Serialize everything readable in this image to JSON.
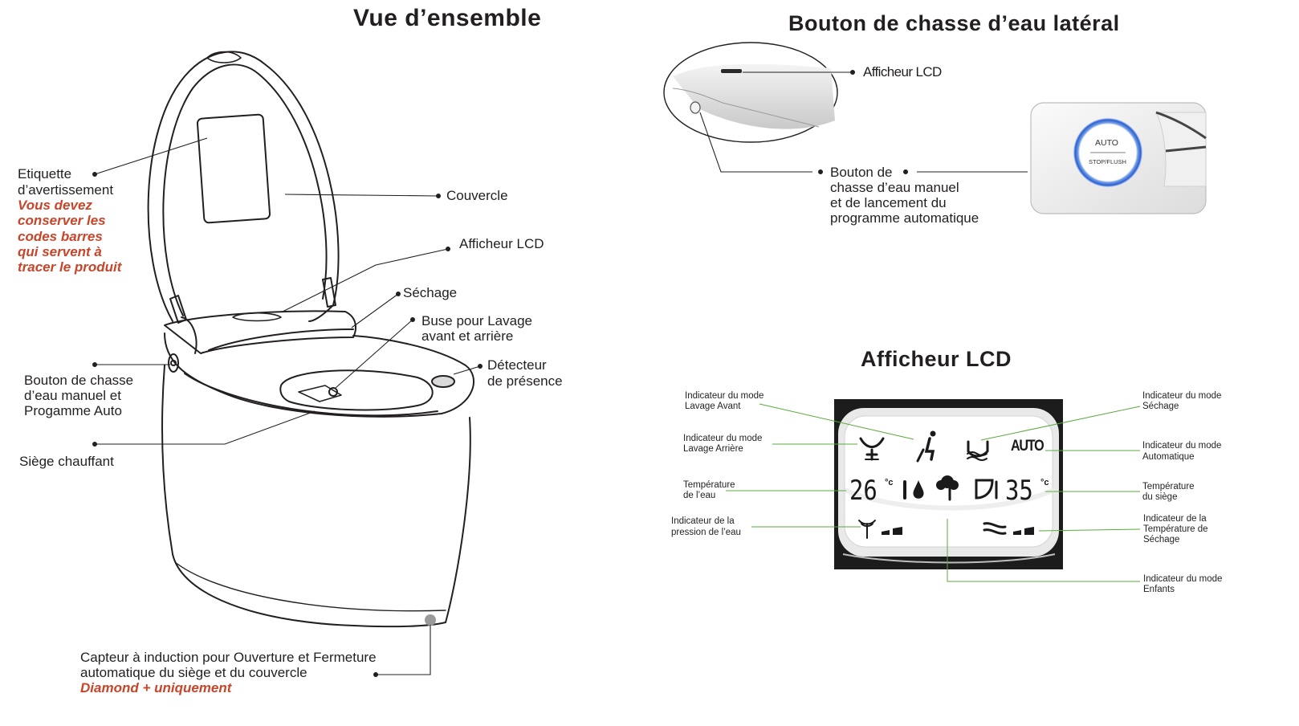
{
  "overview": {
    "title": "Vue d’ensemble",
    "labels": {
      "warning_label_1": "Etiquette",
      "warning_label_2": "d’avertissement",
      "warning_note_1": "Vous devez",
      "warning_note_2": "conserver les",
      "warning_note_3": "codes barres",
      "warning_note_4": "qui servent à",
      "warning_note_5": "tracer le produit",
      "cover": "Couvercle",
      "lcd_display": "Afficheur LCD",
      "drying": "Séchage",
      "nozzle_1": "Buse pour Lavage",
      "nozzle_2": "avant et arrière",
      "presence_1": "Détecteur",
      "presence_2": "de présence",
      "flush_button_1": "Bouton de chasse",
      "flush_button_2": "d’eau manuel et",
      "flush_button_3": "Progamme Auto",
      "heated_seat": "Siège chauffant",
      "induction_1": "Capteur à induction pour Ouverture et Fermeture",
      "induction_2": "automatique du siège et du couvercle",
      "induction_note": "Diamond + uniquement"
    }
  },
  "side_flush": {
    "title": "Bouton de chasse d’eau latéral",
    "lcd_label": "Afficheur LCD",
    "button_1": "Bouton de",
    "button_2": "chasse d’eau manuel",
    "button_3": "et de lancement du",
    "button_4": "programme automatique",
    "button_auto": "AUTO",
    "button_stop": "STOP/FLUSH"
  },
  "lcd": {
    "title": "Afficheur LCD",
    "labels": {
      "front_wash_1": "Indicateur du mode",
      "front_wash_2": "Lavage Avant",
      "rear_wash_1": "Indicateur du mode",
      "rear_wash_2": "Lavage Arrière",
      "water_temp_1": "Température",
      "water_temp_2": "de l’eau",
      "pressure_1": "Indicateur de la",
      "pressure_2": "pression de l’eau",
      "drying_1": "Indicateur du mode",
      "drying_2": "Séchage",
      "auto_1": "Indicateur du mode",
      "auto_2": "Automatique",
      "seat_temp_1": "Température",
      "seat_temp_2": "du siège",
      "dry_temp_1": "Indicateur de la",
      "dry_temp_2": "Température de",
      "dry_temp_3": "Séchage",
      "kids_1": "Indicateur du mode",
      "kids_2": "Enfants"
    },
    "screen": {
      "auto": "AUTO",
      "water_temp_value": "26",
      "seat_temp_value": "35",
      "unit": "°c"
    }
  },
  "colors": {
    "text": "#231f20",
    "warning": "#c8452a",
    "leader_green": "#5aaa3c"
  }
}
